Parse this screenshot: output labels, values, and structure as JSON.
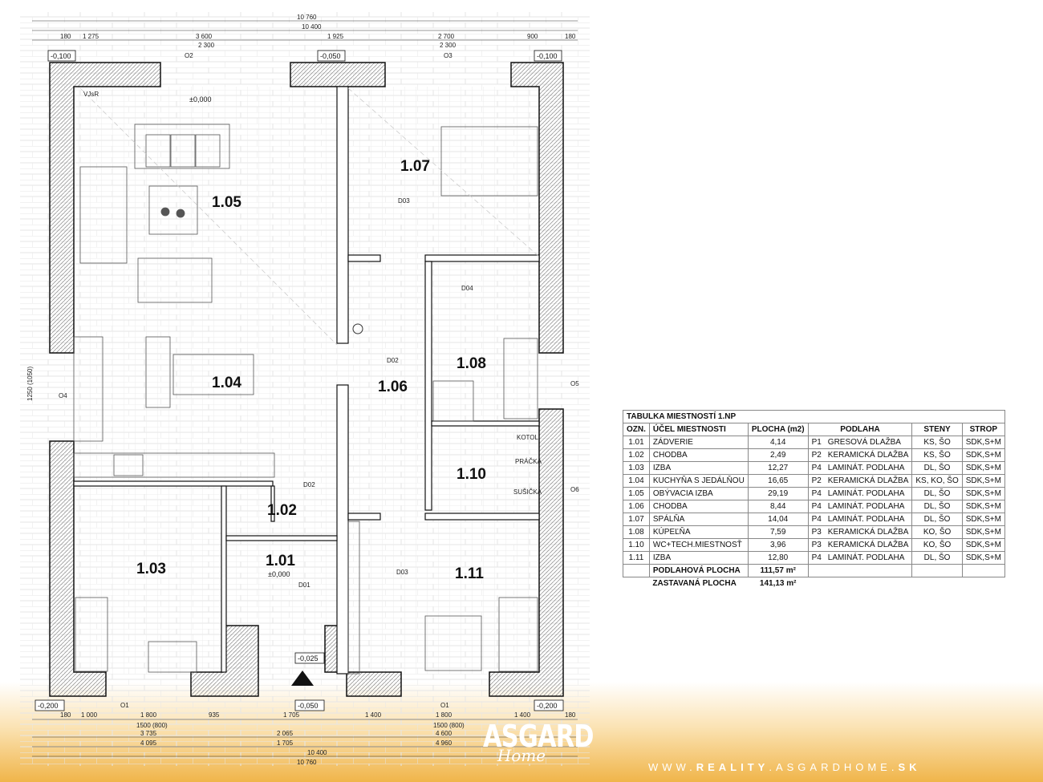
{
  "plan": {
    "rooms": [
      {
        "id": "1.01",
        "sub": "±0,000"
      },
      {
        "id": "1.02"
      },
      {
        "id": "1.03"
      },
      {
        "id": "1.04"
      },
      {
        "id": "1.05"
      },
      {
        "id": "1.06"
      },
      {
        "id": "1.07"
      },
      {
        "id": "1.08"
      },
      {
        "id": "1.10"
      },
      {
        "id": "1.11"
      }
    ],
    "interior_level": "±0,000",
    "levels": {
      "top_left": "-0,100",
      "top_mid": "-0,050",
      "top_right": "-0,100",
      "bot_left": "-0,200",
      "bot_mid": "-0,050",
      "bot_right": "-0,200",
      "entrance": "-0,025"
    },
    "top_dims": {
      "total_outer": "10 760",
      "total_inner": "10 400",
      "row": [
        "180",
        "1 275",
        "3 600",
        "1 925",
        "2 700",
        "900",
        "180"
      ],
      "windows": [
        "2 300",
        "2 300"
      ],
      "window_tags": [
        "O2",
        "O3"
      ]
    },
    "bottom_dims": {
      "row": [
        "180",
        "1 000",
        "1 800",
        "935",
        "1 705",
        "1 400",
        "1 800",
        "1 400",
        "180"
      ],
      "window_sizes": [
        "1500 (800)",
        "1500 (800)"
      ],
      "window_tags": [
        "O1",
        "O1"
      ],
      "row2": [
        "3 735",
        "2 065",
        "4 600"
      ],
      "row3": [
        "4 095",
        "1 705",
        "4 960"
      ],
      "total_inner": "10 400",
      "total_outer": "10 760"
    },
    "side_tags": {
      "left": "O4",
      "right1": "O5",
      "right2": "O6",
      "left_size": "1250 (1050)"
    },
    "labels": {
      "vjsr": "VJsR",
      "d03": "D03",
      "d04": "D04",
      "d02": "D02",
      "d01": "D01",
      "kotol": "KOTOL",
      "pracka": "PRÁČKA",
      "susicka": "SUŠIČKA"
    }
  },
  "table": {
    "title": "TABULKA MIESTNOSTÍ 1.NP",
    "headers": [
      "OZN.",
      "ÚČEL MIESTNOSTI",
      "PLOCHA (m2)",
      "PODLAHA",
      "STENY",
      "STROP"
    ],
    "rows": [
      [
        "1.01",
        "ZÁDVERIE",
        "4,14",
        "P1",
        "GRESOVÁ DLAŽBA",
        "KS, ŠO",
        "SDK,S+M"
      ],
      [
        "1.02",
        "CHODBA",
        "2,49",
        "P2",
        "KERAMICKÁ DLAŽBA",
        "KS, ŠO",
        "SDK,S+M"
      ],
      [
        "1.03",
        "IZBA",
        "12,27",
        "P4",
        "LAMINÁT. PODLAHA",
        "DL, ŠO",
        "SDK,S+M"
      ],
      [
        "1.04",
        "KUCHYŇA S JEDÁLŇOU",
        "16,65",
        "P2",
        "KERAMICKÁ DLAŽBA",
        "KS, KO, ŠO",
        "SDK,S+M"
      ],
      [
        "1.05",
        "OBÝVACIA IZBA",
        "29,19",
        "P4",
        "LAMINÁT. PODLAHA",
        "DL, ŠO",
        "SDK,S+M"
      ],
      [
        "1.06",
        "CHODBA",
        "8,44",
        "P4",
        "LAMINÁT. PODLAHA",
        "DL, ŠO",
        "SDK,S+M"
      ],
      [
        "1.07",
        "SPÁLŇA",
        "14,04",
        "P4",
        "LAMINÁT. PODLAHA",
        "DL, ŠO",
        "SDK,S+M"
      ],
      [
        "1.08",
        "KÚPEĽŇA",
        "7,59",
        "P3",
        "KERAMICKÁ DLAŽBA",
        "KO, ŠO",
        "SDK,S+M"
      ],
      [
        "1.10",
        "WC+TECH.MIESTNOSŤ",
        "3,96",
        "P3",
        "KERAMICKÁ DLAŽBA",
        "KO, ŠO",
        "SDK,S+M"
      ],
      [
        "1.11",
        "IZBA",
        "12,80",
        "P4",
        "LAMINÁT. PODLAHA",
        "DL, ŠO",
        "SDK,S+M"
      ]
    ],
    "floor_area_label": "PODLAHOVÁ PLOCHA",
    "floor_area": "111,57 m²",
    "built_area_label": "ZASTAVANÁ PLOCHA",
    "built_area": "141,13 m²"
  },
  "brand": {
    "logo_main": "ASGARD",
    "logo_sub": "Home",
    "web_1": "WWW.",
    "web_2": "REALITY",
    "web_3": ".ASGARDHOME.",
    "web_4": "SK"
  }
}
